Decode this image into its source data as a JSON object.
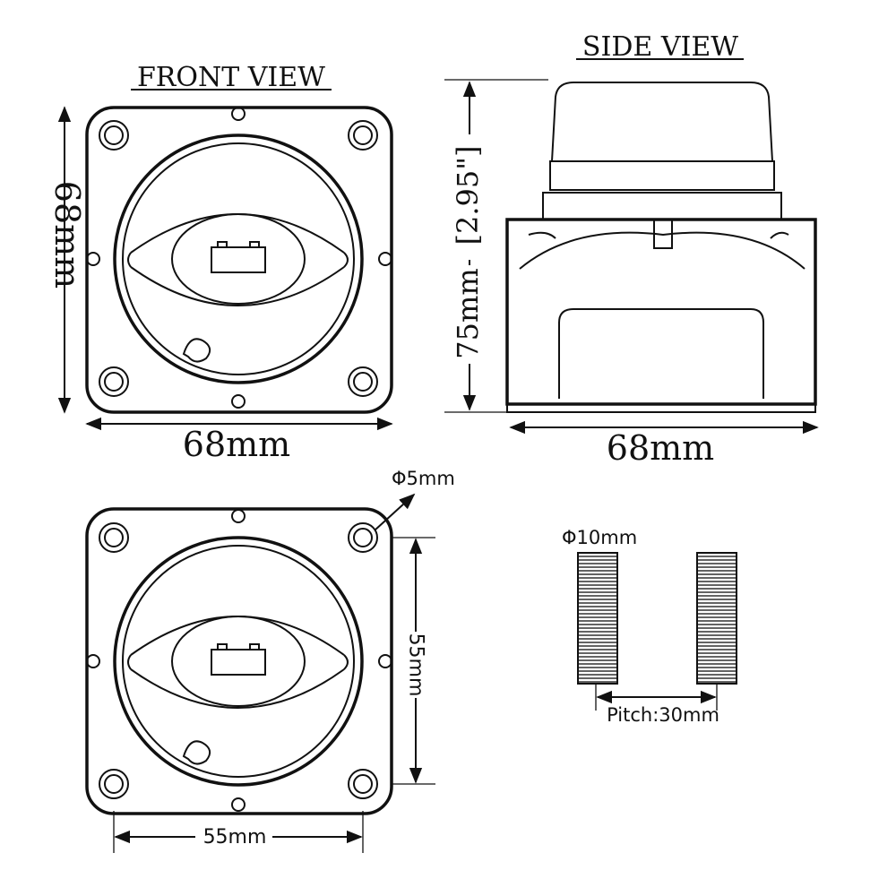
{
  "front_view": {
    "title": "FRONT VIEW",
    "height_dim": "68mm",
    "width_dim": "68mm"
  },
  "side_view": {
    "title": "SIDE VIEW",
    "height_dim_in": "[2.95\"]",
    "height_dim_mm": "75mm",
    "width_dim": "68mm"
  },
  "mounting_view": {
    "hole_dim": "Φ5mm",
    "vertical_dim": "55mm",
    "horizontal_dim": "55mm"
  },
  "terminals": {
    "diameter_dim": "Φ10mm",
    "pitch_dim": "Pitch:30mm"
  }
}
